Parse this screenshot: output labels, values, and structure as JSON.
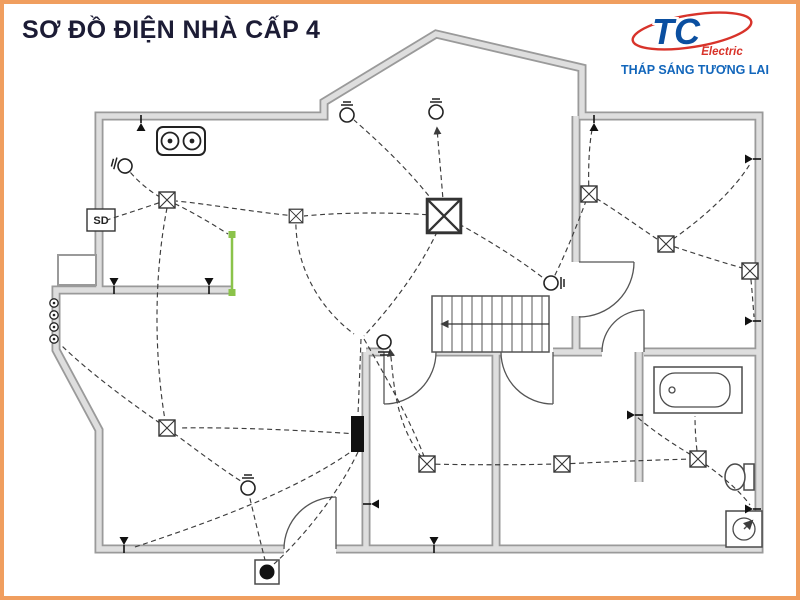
{
  "title": "SƠ ĐỒ ĐIỆN NHÀ CẤP 4",
  "logo": {
    "initials": "TC",
    "subtitle": "Electric",
    "slogan": "THÁP SÁNG TƯƠNG LAI"
  },
  "plan": {
    "sd_label": "SD"
  },
  "legend": {
    "symbol_types": [
      "ceiling-junction-box",
      "distribution-box",
      "wall-lamp",
      "double-spotlight",
      "switch",
      "main-panel",
      "electric-meter",
      "staircase",
      "bathtub",
      "toilet",
      "extractor-fan",
      "floor-drain",
      "door-swing",
      "dashed-wiring"
    ]
  },
  "colors": {
    "border": "#f09e5f",
    "title": "#1c1c35",
    "wall_fill": "#dedede",
    "wall_edge": "#9a9a9a",
    "wire": "#3c3c3c",
    "accent_green": "#8bc34a",
    "logo_blue": "#0b4fa0",
    "logo_red": "#d8332a"
  }
}
